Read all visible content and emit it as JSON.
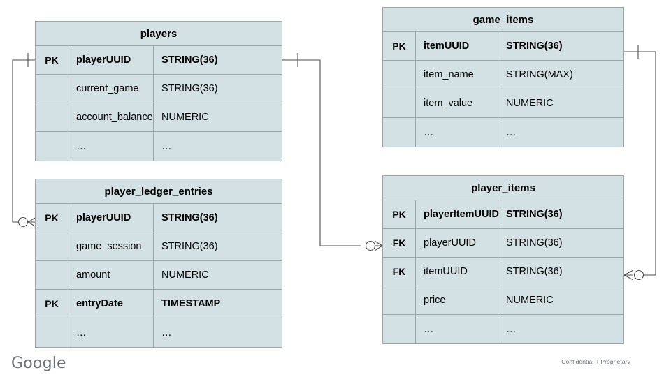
{
  "diagram": {
    "type": "entity-relationship-diagram",
    "background_color": "#ffffff",
    "entity_fill_color": "#d3e0e4",
    "entity_border_color": "#9aa5a8",
    "text_color": "#000000"
  },
  "entities": [
    {
      "id": "players",
      "title": "players",
      "rows": [
        {
          "key": "PK",
          "name": "playerUUID",
          "type": "STRING(36)",
          "bold": true
        },
        {
          "key": "",
          "name": "current_game",
          "type": "STRING(36)",
          "bold": false
        },
        {
          "key": "",
          "name": "account_balance",
          "type": "NUMERIC",
          "bold": false
        },
        {
          "key": "",
          "name": "…",
          "type": "…",
          "bold": false
        }
      ]
    },
    {
      "id": "player_ledger_entries",
      "title": "player_ledger_entries",
      "rows": [
        {
          "key": "PK",
          "name": "playerUUID",
          "type": "STRING(36)",
          "bold": true
        },
        {
          "key": "",
          "name": "game_session",
          "type": "STRING(36)",
          "bold": false
        },
        {
          "key": "",
          "name": "amount",
          "type": "NUMERIC",
          "bold": false
        },
        {
          "key": "PK",
          "name": "entryDate",
          "type": "TIMESTAMP",
          "bold": true
        },
        {
          "key": "",
          "name": "…",
          "type": "…",
          "bold": false
        }
      ]
    },
    {
      "id": "game_items",
      "title": "game_items",
      "rows": [
        {
          "key": "PK",
          "name": "itemUUID",
          "type": "STRING(36)",
          "bold": true
        },
        {
          "key": "",
          "name": "item_name",
          "type": "STRING(MAX)",
          "bold": false
        },
        {
          "key": "",
          "name": "item_value",
          "type": "NUMERIC",
          "bold": false
        },
        {
          "key": "",
          "name": "…",
          "type": "…",
          "bold": false
        }
      ]
    },
    {
      "id": "player_items",
      "title": "player_items",
      "rows": [
        {
          "key": "PK",
          "name": "playerItemUUID",
          "type": "STRING(36)",
          "bold": true
        },
        {
          "key": "FK",
          "name": "playerUUID",
          "type": "STRING(36)",
          "bold": false
        },
        {
          "key": "FK",
          "name": "itemUUID",
          "type": "STRING(36)",
          "bold": false
        },
        {
          "key": "",
          "name": "price",
          "type": "NUMERIC",
          "bold": false
        },
        {
          "key": "",
          "name": "…",
          "type": "…",
          "bold": false
        }
      ]
    }
  ],
  "relationships": [
    {
      "id": "players-to-ledger",
      "from_entity": "players",
      "from_field": "playerUUID",
      "to_entity": "player_ledger_entries",
      "to_field": "playerUUID",
      "from_cardinality": "one",
      "to_cardinality": "zero-or-many"
    },
    {
      "id": "players-to-player-items",
      "from_entity": "players",
      "from_field": "playerUUID",
      "to_entity": "player_items",
      "to_field": "playerUUID",
      "from_cardinality": "one",
      "to_cardinality": "zero-or-many"
    },
    {
      "id": "game-items-to-player-items",
      "from_entity": "game_items",
      "from_field": "itemUUID",
      "to_entity": "player_items",
      "to_field": "itemUUID",
      "from_cardinality": "one",
      "to_cardinality": "zero-or-many"
    }
  ],
  "footer": {
    "logo_text": "Google",
    "note": "Confidential + Proprietary"
  }
}
